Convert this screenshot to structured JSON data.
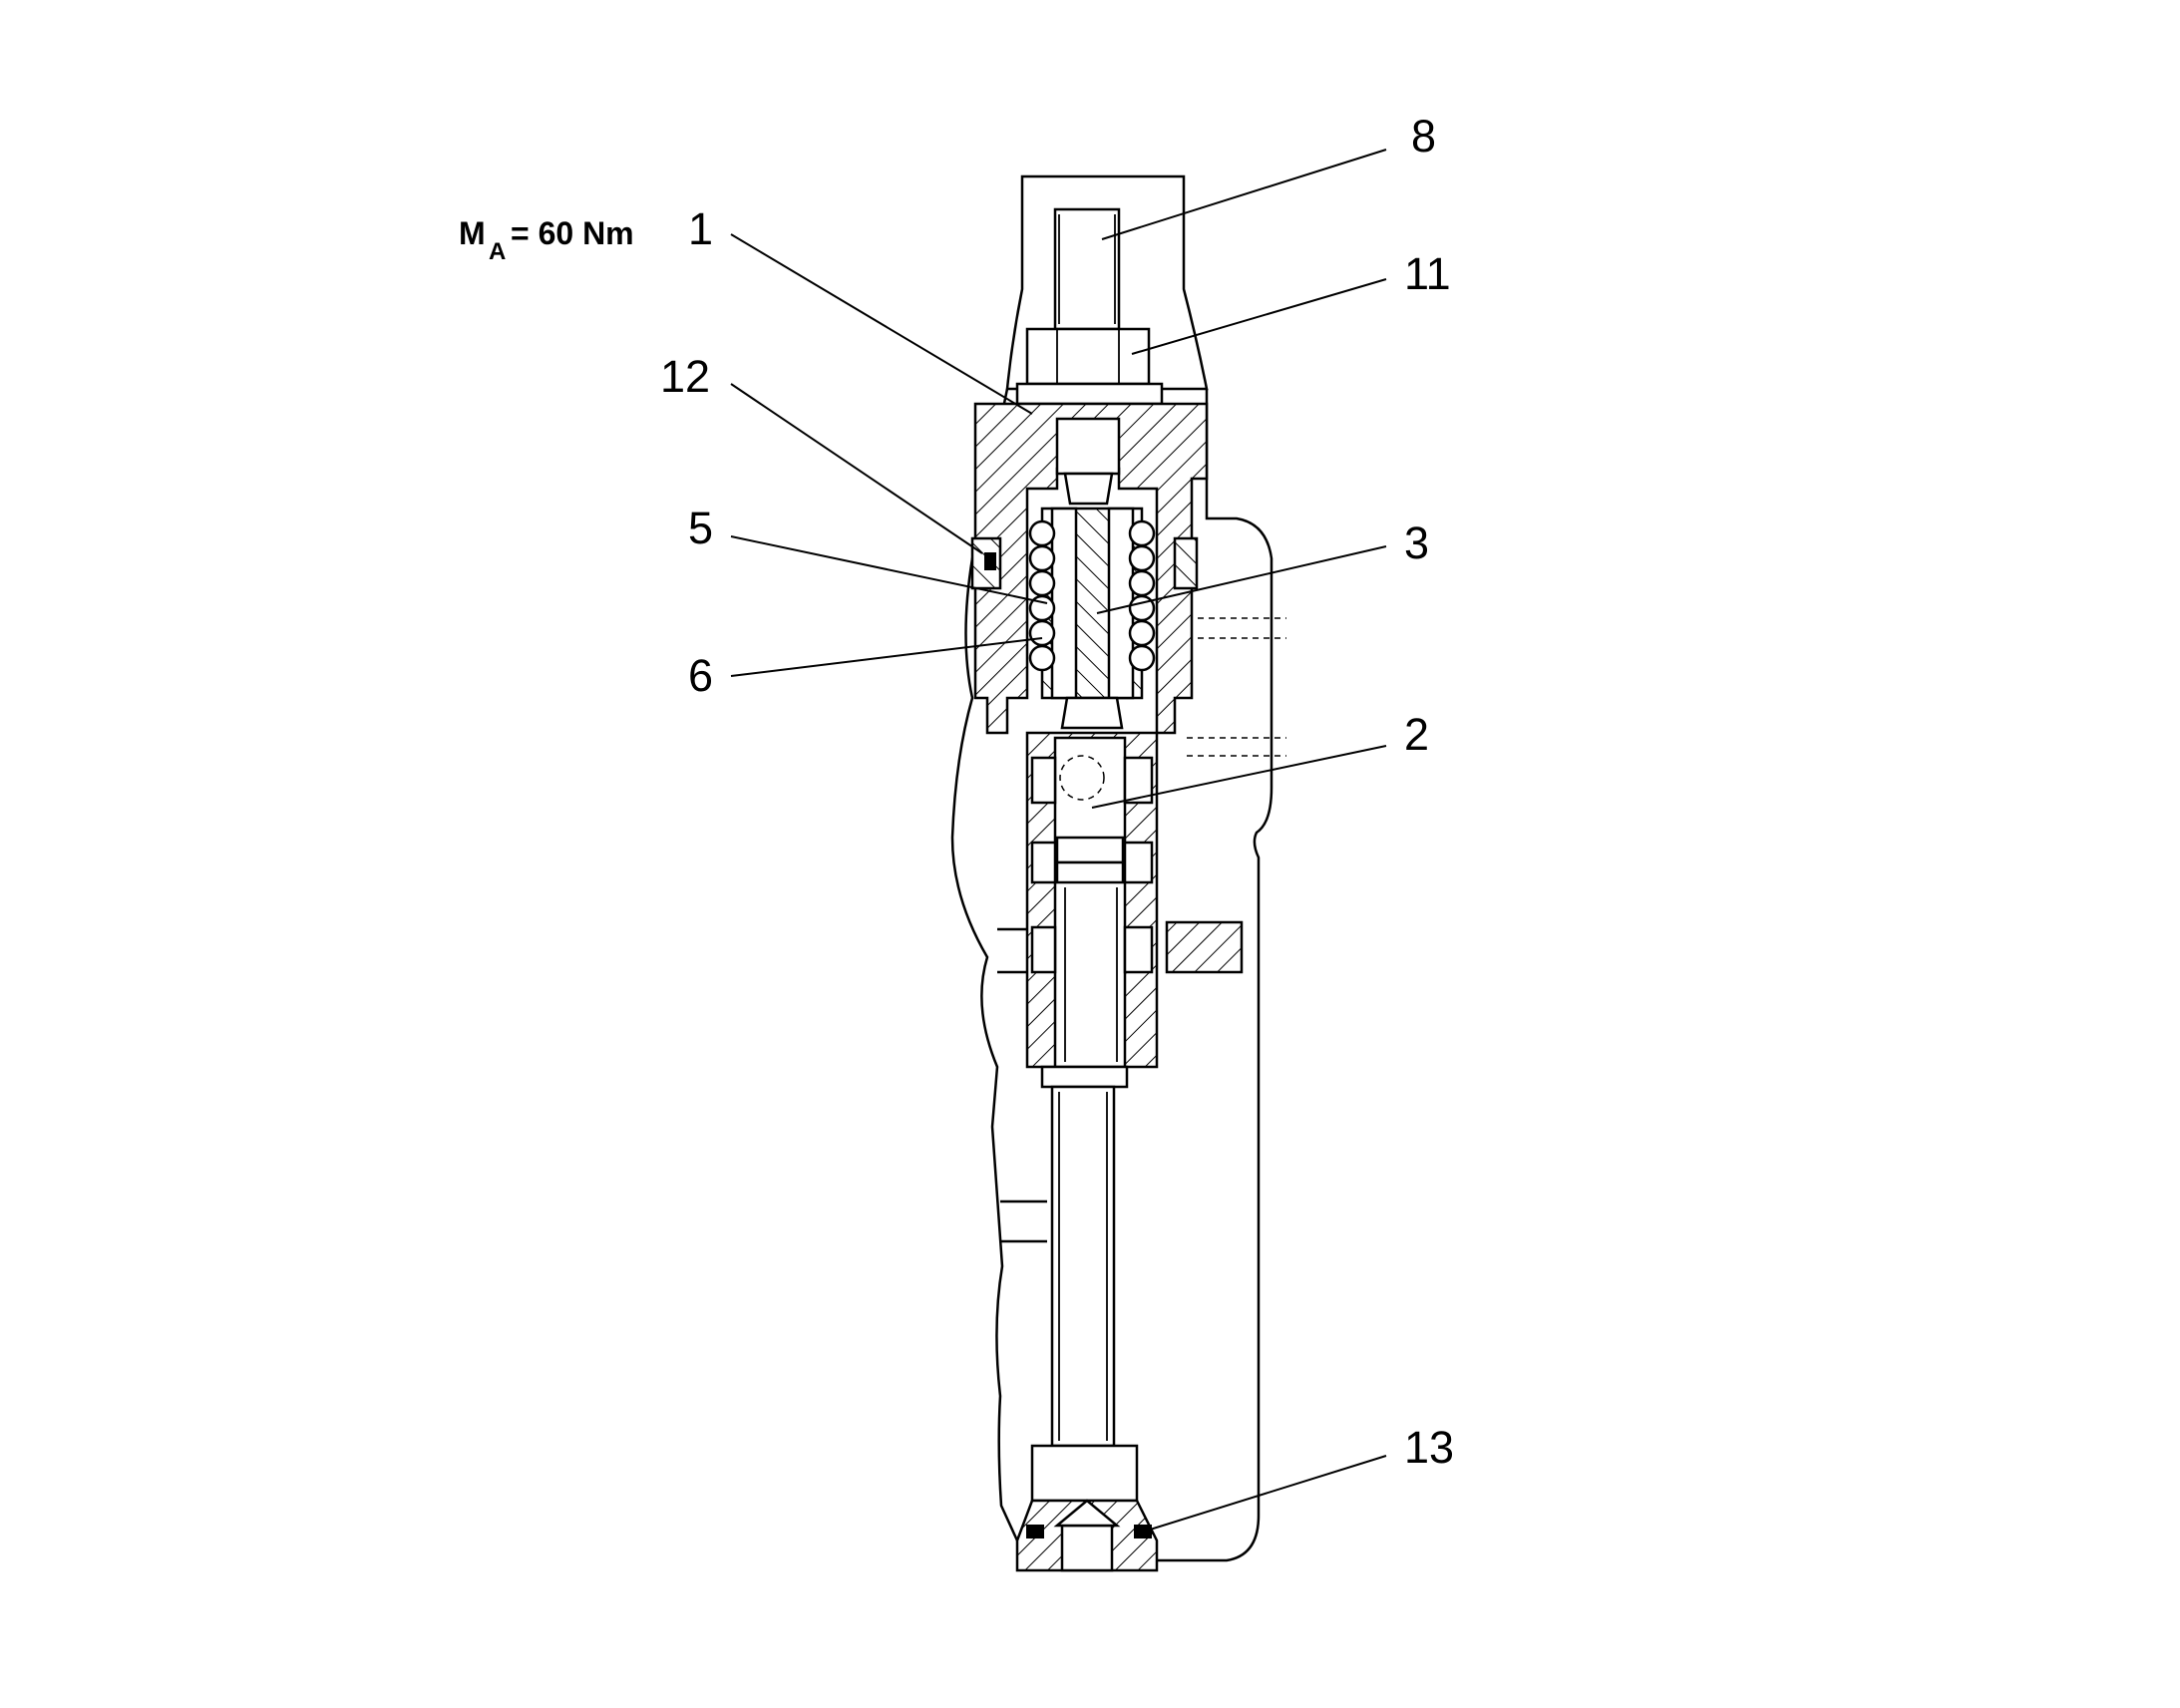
{
  "annotation": {
    "torque_symbol": "M",
    "torque_subscript": "A",
    "torque_value": "= 60 Nm"
  },
  "callouts": [
    {
      "id": "1",
      "text": "1"
    },
    {
      "id": "2",
      "text": "2"
    },
    {
      "id": "3",
      "text": "3"
    },
    {
      "id": "5",
      "text": "5"
    },
    {
      "id": "6",
      "text": "6"
    },
    {
      "id": "8",
      "text": "8"
    },
    {
      "id": "11",
      "text": "11"
    },
    {
      "id": "12",
      "text": "12"
    },
    {
      "id": "13",
      "text": "13"
    }
  ]
}
